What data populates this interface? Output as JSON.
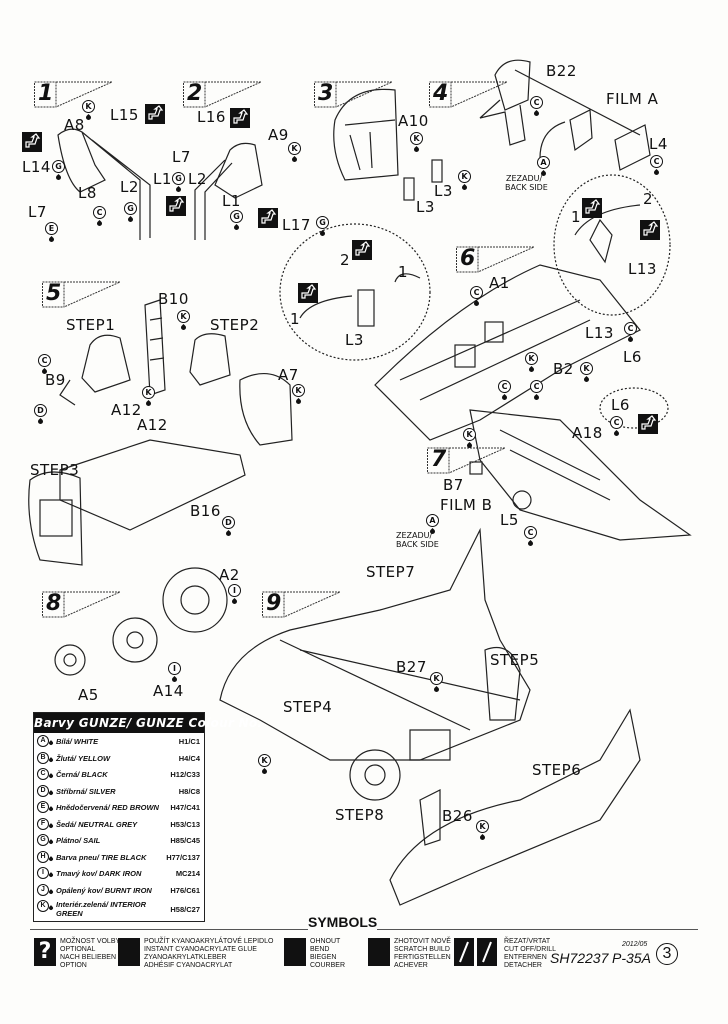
{
  "steps": [
    {
      "number": "1",
      "labels": [
        "A8",
        "L15",
        "L14",
        "L7",
        "L8",
        "L2"
      ],
      "colors": [
        "K",
        "G",
        "C",
        "E",
        "G"
      ]
    },
    {
      "number": "2",
      "labels": [
        "L16",
        "L7",
        "A9",
        "L1",
        "L2",
        "L1",
        "L17"
      ],
      "colors": [
        "K",
        "G",
        "G",
        "G"
      ]
    },
    {
      "number": "3",
      "labels": [
        "A10",
        "L3",
        "L3"
      ],
      "colors": [
        "K",
        "K"
      ]
    },
    {
      "number": "4",
      "labels": [
        "B22",
        "FILM A",
        "L4",
        "ZEZADU/",
        "BACK SIDE"
      ],
      "colors": [
        "C",
        "A",
        "C"
      ]
    },
    {
      "number": "5",
      "labels": [
        "B10",
        "STEP1",
        "STEP2",
        "B9",
        "A12",
        "A12",
        "A7",
        "STEP3",
        "B16"
      ],
      "colors": [
        "K",
        "C",
        "D",
        "K",
        "K",
        "D"
      ]
    },
    {
      "number": "6",
      "labels": [
        "A1",
        "L13",
        "L6",
        "B2",
        "L6",
        "1",
        "2",
        "L13",
        "2",
        "1",
        "1",
        "L3"
      ],
      "colors": [
        "C",
        "C",
        "K",
        "C",
        "C",
        "K",
        "C"
      ]
    },
    {
      "number": "7",
      "labels": [
        "A18",
        "B7",
        "FILM B",
        "L5",
        "ZEZADU/",
        "BACK SIDE"
      ],
      "colors": [
        "K",
        "C",
        "A"
      ]
    },
    {
      "number": "8",
      "labels": [
        "A2",
        "A5",
        "A14"
      ],
      "colors": [
        "I",
        "I"
      ]
    },
    {
      "number": "9",
      "labels": [
        "STEP7",
        "STEP5",
        "B27",
        "STEP4",
        "STEP6",
        "STEP8",
        "B26"
      ],
      "colors": [
        "K",
        "K",
        "K"
      ]
    }
  ],
  "colour_table": {
    "title": "Barvy GUNZE/ GUNZE Colour No.",
    "rows": [
      {
        "letter": "A",
        "name": "Bílá/ WHITE",
        "code": "H1/C1"
      },
      {
        "letter": "B",
        "name": "Žlutá/ YELLOW",
        "code": "H4/C4"
      },
      {
        "letter": "C",
        "name": "Černá/ BLACK",
        "code": "H12/C33"
      },
      {
        "letter": "D",
        "name": "Stříbrná/ SILVER",
        "code": "H8/C8"
      },
      {
        "letter": "E",
        "name": "Hnědočervená/ RED BROWN",
        "code": "H47/C41"
      },
      {
        "letter": "F",
        "name": "Šedá/ NEUTRAL GREY",
        "code": "H53/C13"
      },
      {
        "letter": "G",
        "name": "Plátno/ SAIL",
        "code": "H85/C45"
      },
      {
        "letter": "H",
        "name": "Barva pneu/ TIRE BLACK",
        "code": "H77/C137"
      },
      {
        "letter": "I",
        "name": "Tmavý kov/ DARK IRON",
        "code": "MC214"
      },
      {
        "letter": "J",
        "name": "Opálený kov/ BURNT IRON",
        "code": "H76/C61"
      },
      {
        "letter": "K",
        "name": "Interiér.zelená/ INTERIOR GREEN",
        "code": "H58/C27"
      }
    ]
  },
  "symbols": {
    "title": "SYMBOLS",
    "items": [
      {
        "icon": "question-mark-icon",
        "glyph": "?",
        "lines": [
          "MOŽNOST VOLBY",
          "OPTIONAL",
          "NACH BELIEBEN",
          "OPTION"
        ]
      },
      {
        "icon": "glue-drop-icon",
        "glyph": "",
        "lines": [
          "POUŽÍT KYANOAKRYLÁTOVÉ LEPIDLO",
          "INSTANT CYANOACRYLATE GLUE",
          "ZYANOAKRYLATKLEBER",
          "ADHÉSIF CYANOACRYLAT"
        ]
      },
      {
        "icon": "bend-icon",
        "glyph": "",
        "lines": [
          "OHNOUT",
          "BEND",
          "BIEGEN",
          "COURBER"
        ]
      },
      {
        "icon": "scratch-build-hand-icon",
        "glyph": "",
        "lines": [
          "ZHOTOVIT NOVĚ",
          "SCRATCH BUILD",
          "FERTIGSTELLEN",
          "ACHEVER"
        ]
      },
      {
        "icon": "cut-drill-icon",
        "glyph": "",
        "lines": [
          "ŘEZAT/VRTAT",
          "CUT OFF/DRILL",
          "ENTFERNEN",
          "DETACHER"
        ]
      }
    ]
  },
  "footer": {
    "kit_code": "SH72237",
    "date": "2012/05",
    "model": "P-35A",
    "page": "3"
  },
  "colors": {
    "ink": "#111111",
    "paper": "#fdfdfb"
  }
}
